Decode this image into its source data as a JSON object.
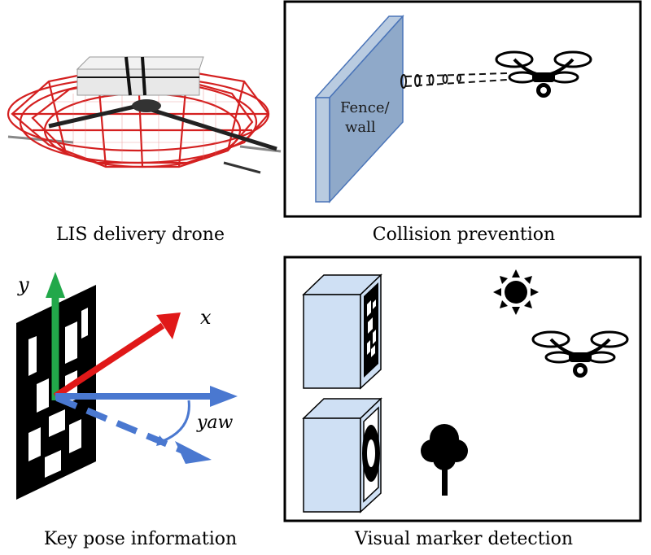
{
  "captions": {
    "top_left": "LIS delivery drone",
    "top_right": "Collision prevention",
    "bottom_left": "Key pose information",
    "bottom_right": "Visual marker detection"
  },
  "collision": {
    "wall_label_line1": "Fence/",
    "wall_label_line2": "wall"
  },
  "pose": {
    "axis_x": "x",
    "axis_y": "y",
    "axis_yaw": "yaw"
  },
  "colors": {
    "drone_cage": "#d42020",
    "wall_fill": "#8fa9c9",
    "wall_edge": "#4a74b8",
    "marker_bg": "#cfe0f4",
    "axis_x": "#e01818",
    "axis_y": "#22a84a",
    "axis_z": "#4a78d0"
  }
}
